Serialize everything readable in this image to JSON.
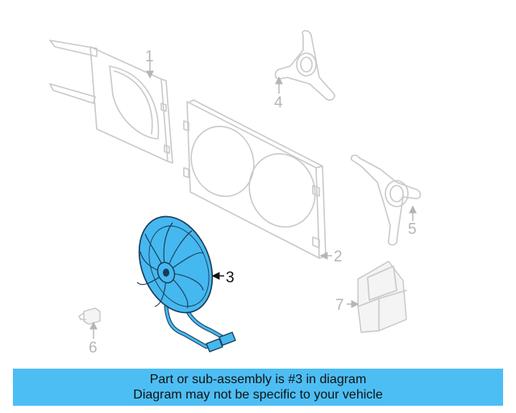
{
  "diagram": {
    "callouts": [
      {
        "label": "1"
      },
      {
        "label": "2"
      },
      {
        "label": "3"
      },
      {
        "label": "4"
      },
      {
        "label": "5"
      },
      {
        "label": "6"
      },
      {
        "label": "7"
      }
    ],
    "highlight_color": "#45b8f0"
  },
  "banner": {
    "line1": "Part or sub-assembly is #3 in diagram",
    "line2": "Diagram may not be specific to your vehicle",
    "background": "#4dbef4"
  }
}
